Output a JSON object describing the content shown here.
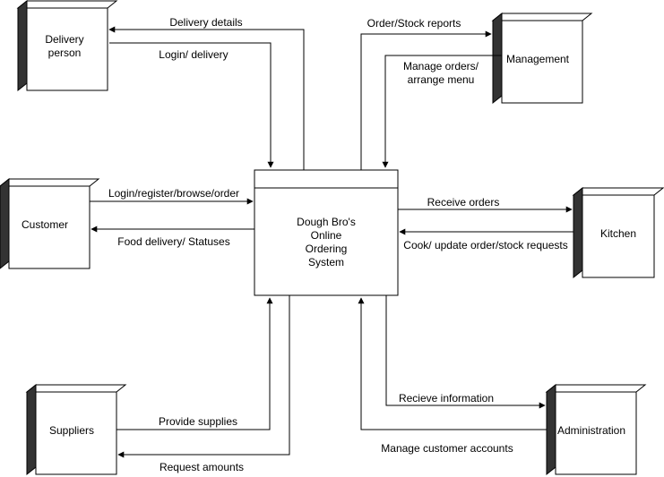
{
  "entities": {
    "delivery_person": [
      "Delivery",
      "person"
    ],
    "customer": [
      "Customer"
    ],
    "suppliers": [
      "Suppliers"
    ],
    "management": [
      "Management"
    ],
    "kitchen": [
      "Kitchen"
    ],
    "administration": [
      "Administration"
    ]
  },
  "system": {
    "name": [
      "Dough Bro's",
      "Online",
      "Ordering",
      "System"
    ]
  },
  "flows": {
    "delivery_details": [
      "Delivery details"
    ],
    "login_delivery": [
      "Login/ delivery"
    ],
    "login_register": [
      "Login/register/browse/order"
    ],
    "food_delivery": [
      "Food delivery/ Statuses"
    ],
    "provide_supplies": [
      "Provide supplies"
    ],
    "request_amounts": [
      "Request amounts"
    ],
    "order_stock_reports": [
      "Order/Stock reports"
    ],
    "manage_orders": [
      "Manage orders/",
      "arrange menu"
    ],
    "receive_orders": [
      "Receive orders"
    ],
    "cook_update": [
      "Cook/ update order/stock requests"
    ],
    "recieve_information": [
      "Recieve information"
    ],
    "manage_accounts": [
      "Manage customer accounts"
    ]
  },
  "colors": {
    "stroke": "#000000",
    "node_fill": "#ffffff",
    "depth_fill": "#333333"
  }
}
